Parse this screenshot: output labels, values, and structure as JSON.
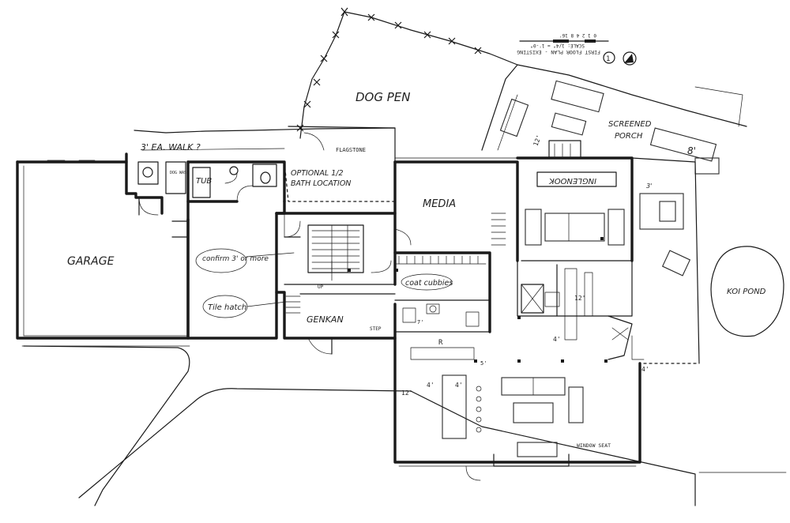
{
  "plan": {
    "title_block": {
      "number": "1",
      "title": "FIRST FLOOR PLAN - EXISTING",
      "scale": "SCALE: 1/4\" = 1'-0\"",
      "scale_bar": "0  1  2 4  8  16'"
    },
    "rooms": {
      "dog_pen": "DOG PEN",
      "garage": "GARAGE",
      "media": "MEDIA",
      "genkan": "GENKAN",
      "inglenook": "INGLENOOK",
      "screened_porch": "SCREENED PORCH",
      "koi_pond": "KOI POND",
      "flagstone": "FLAGSTONE",
      "tub": "TUB",
      "dog_wash": "DOG WASH"
    },
    "notes": {
      "ea_walk": "3'  EA. WALK ?",
      "optional_bath": "OPTIONAL 1/2 BATH LOCATION",
      "confirm": "confirm 3' or more",
      "tile_hatch": "Tile hatch",
      "coat_cubbies": "coat cubbies",
      "window_seat": "WINDOW SEAT",
      "up": "UP",
      "step": "STEP",
      "eight_ft": "8'",
      "three_ft": "3'"
    },
    "dims": {
      "twelve_porch": "12'",
      "twelve_left": "12'",
      "twelve_mid": "12'",
      "four_a": "4'",
      "four_b": "4'",
      "four_c": "4'",
      "five": "5'",
      "seven": "7'",
      "r_label": "R",
      "four_d": "4'"
    }
  }
}
